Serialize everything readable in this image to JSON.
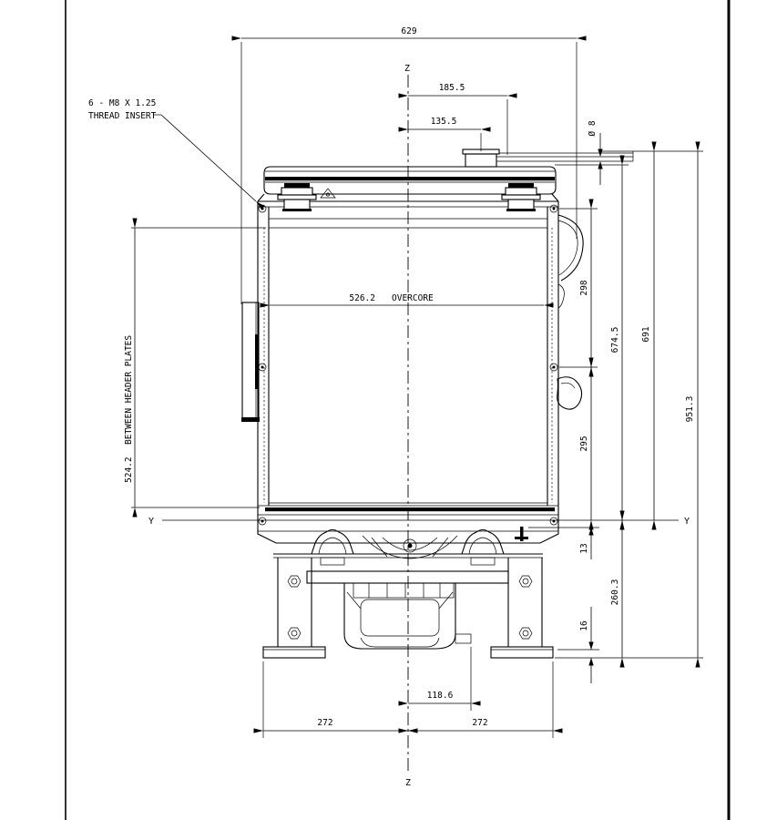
{
  "drawing": {
    "title_note": {
      "line1": "6 - M8 X 1.25",
      "line2": "THREAD INSERT"
    },
    "axis": {
      "z": "Z",
      "y": "Y"
    },
    "dims": {
      "overall_width": "629",
      "offset_outer": "185.5",
      "offset_inner": "135.5",
      "tube_dia": "Ø 8",
      "overcore_value": "526.2",
      "overcore_label": "OVERCORE",
      "bhp_value": "524.2",
      "bhp_label": "BETWEEN HEADER PLATES",
      "mount_upper": "298",
      "mount_lower": "295",
      "height_tank": "674.5",
      "height_tube": "691",
      "height_overall": "951.3",
      "offset_13": "13",
      "pad_16": "16",
      "height_lower": "260.3",
      "drain_offset": "118.6",
      "foot_left": "272",
      "foot_right": "272"
    }
  }
}
